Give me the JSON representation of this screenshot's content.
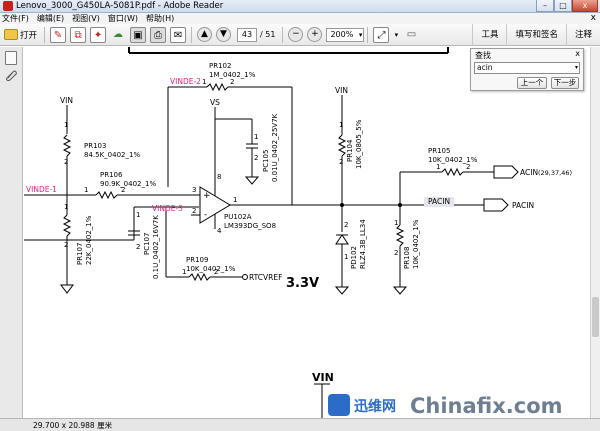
{
  "window": {
    "title": "Lenovo_3000_G450LA-5081P.pdf - Adobe Reader",
    "min": "–",
    "max": "□",
    "close": "x"
  },
  "menu": {
    "items": [
      "文件(F)",
      "编辑(E)",
      "视图(V)",
      "窗口(W)",
      "帮助(H)"
    ],
    "close_label": "x"
  },
  "toolbar": {
    "open_label": "打开",
    "page_current": "43",
    "page_total": "/ 51",
    "zoom": "200%",
    "tabs": [
      "工具",
      "填写和签名",
      "注释"
    ]
  },
  "find": {
    "title": "查找",
    "close": "x",
    "query": "acin",
    "prev_label": "上一个",
    "next_label": "下一步"
  },
  "status": {
    "page_dims": "29.700 x 20.988 厘米"
  },
  "schematic": {
    "nets": {
      "vinde2": "VINDE-2",
      "vinde1": "VINDE-1",
      "vinde3": "VINDE-3",
      "vs": "VS",
      "vin": "VIN",
      "acin": "ACIN",
      "pacin_tag": "PACIN",
      "pacin": "PACIN",
      "rtcvref": "RTCVREF",
      "vin_bottom": "VIN"
    },
    "acin_pages": "(29,37,46)",
    "voltage_note": "3.3V",
    "parts": {
      "pr102": {
        "ref": "PR102",
        "val": "1M_0402_1%"
      },
      "pr103": {
        "ref": "PR103",
        "val": "84.5K_0402_1%"
      },
      "pr106": {
        "ref": "PR106",
        "val": "90.9K_0402_1%"
      },
      "pr107": {
        "ref": "PR107",
        "val": "22K_0402_1%"
      },
      "pc107": {
        "ref": "PC107",
        "val": "0.1U_0402_16V7K"
      },
      "pr109": {
        "ref": "PR109",
        "val": "10K_0402_1%"
      },
      "pc105": {
        "ref": "PC105",
        "val": "0.01U_0402_25V7K"
      },
      "pu102a": {
        "ref": "PU102A",
        "val": "LM393DG_SO8"
      },
      "pr104": {
        "ref": "PR104",
        "val": "10K_0805_5%"
      },
      "pd102": {
        "ref": "PD102",
        "val": "RLZ4.3B_LL34"
      },
      "pr105": {
        "ref": "PR105",
        "val": "10K_0402_1%"
      },
      "pr108": {
        "ref": "PR108",
        "val": "10K_0402_1%"
      }
    },
    "pins": {
      "p1": "1",
      "p2": "2",
      "p3": "3",
      "p4": "4",
      "p8": "8"
    },
    "op_plus": "+",
    "op_minus": "-"
  },
  "watermark": {
    "cn": "迅维网",
    "en": "Chinafix.com"
  },
  "colors": {
    "net_red": "#e8207a",
    "wire_red": "#c0306a",
    "watermark": "#2a6cc8"
  }
}
